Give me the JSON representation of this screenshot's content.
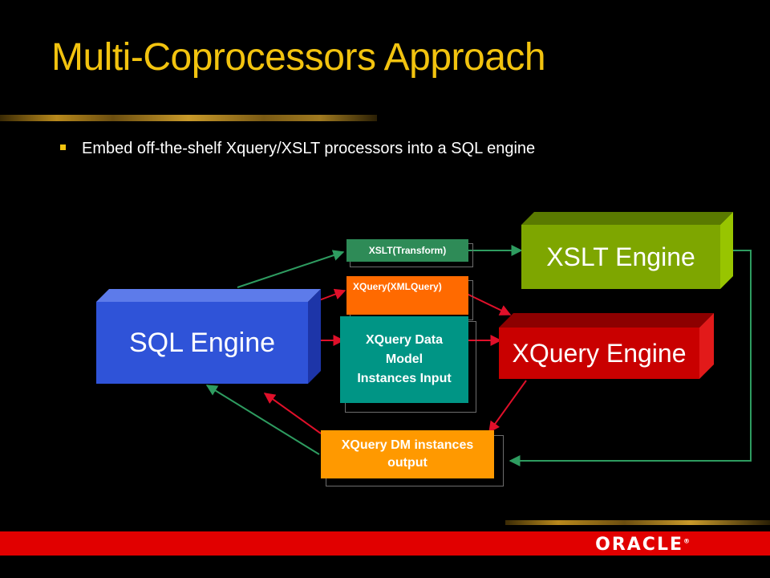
{
  "slide": {
    "title": "Multi-Coprocessors Approach",
    "bullet": "Embed off-the-shelf Xquery/XSLT processors into a SQL engine"
  },
  "diagram": {
    "sql_engine": "SQL Engine",
    "xslt_engine": "XSLT Engine",
    "xquery_engine": "XQuery Engine",
    "xslt_transform": "XSLT(Transform)",
    "xquery_xmlquery": "XQuery(XMLQuery)",
    "xquery_dm_input": "XQuery Data Model Instances Input",
    "xquery_dm_output": "XQuery DM instances output"
  },
  "footer": {
    "logo": "ORACLE"
  },
  "colors": {
    "title": "#f2c30f",
    "sql_engine": "#2f53d8",
    "xslt_engine": "#7ea600",
    "xquery_engine": "#c90000",
    "transform_box": "#2e8b57",
    "xmlquery_box": "#ff6a00",
    "dm_input_box": "#009585",
    "dm_output_box": "#ff9900",
    "arrow_green": "#2e9c60",
    "arrow_red": "#e0102a",
    "footer_bar": "#e10000"
  }
}
